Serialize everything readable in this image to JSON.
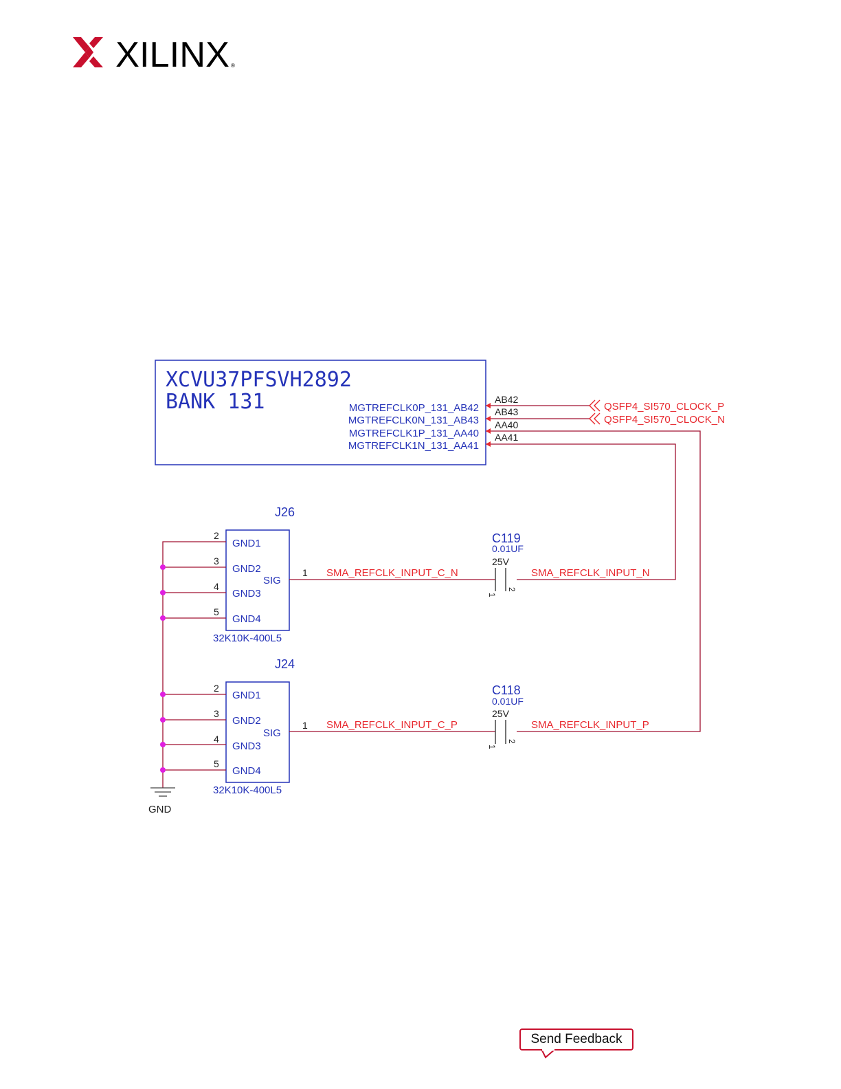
{
  "header": {
    "brand": "XILINX",
    "brand_color": "#c8102e"
  },
  "fpga": {
    "part": "XCVU37PFSVH2892",
    "bank": "BANK 131",
    "pins": [
      {
        "name": "MGTREFCLK0P_131_AB42",
        "ball": "AB42"
      },
      {
        "name": "MGTREFCLK0N_131_AB43",
        "ball": "AB43"
      },
      {
        "name": "MGTREFCLK1P_131_AA40",
        "ball": "AA40"
      },
      {
        "name": "MGTREFCLK1N_131_AA41",
        "ball": "AA41"
      }
    ]
  },
  "offpage": {
    "clock_p": "QSFP4_SI570_CLOCK_P",
    "clock_n": "QSFP4_SI570_CLOCK_N"
  },
  "connectors": [
    {
      "ref": "J26",
      "part": "32K10K-400L5",
      "pins": [
        {
          "num": "2",
          "name": "GND1"
        },
        {
          "num": "3",
          "name": "GND2"
        },
        {
          "num": "4",
          "name": "GND3"
        },
        {
          "num": "5",
          "name": "GND4"
        }
      ],
      "sig_name": "SIG",
      "sig_num": "1",
      "net_in": "SMA_REFCLK_INPUT_C_N"
    },
    {
      "ref": "J24",
      "part": "32K10K-400L5",
      "pins": [
        {
          "num": "2",
          "name": "GND1"
        },
        {
          "num": "3",
          "name": "GND2"
        },
        {
          "num": "4",
          "name": "GND3"
        },
        {
          "num": "5",
          "name": "GND4"
        }
      ],
      "sig_name": "SIG",
      "sig_num": "1",
      "net_in": "SMA_REFCLK_INPUT_C_P"
    }
  ],
  "capacitors": [
    {
      "ref": "C119",
      "value": "0.01UF",
      "voltage": "25V",
      "pin1": "1",
      "pin2": "2",
      "net_out": "SMA_REFCLK_INPUT_N"
    },
    {
      "ref": "C118",
      "value": "0.01UF",
      "voltage": "25V",
      "pin1": "1",
      "pin2": "2",
      "net_out": "SMA_REFCLK_INPUT_P"
    }
  ],
  "ground_label": "GND",
  "feedback_label": "Send Feedback",
  "colors": {
    "component": "#2533b8",
    "wire": "#a01030",
    "net": "#e8282e",
    "junction": "#e020e0"
  }
}
